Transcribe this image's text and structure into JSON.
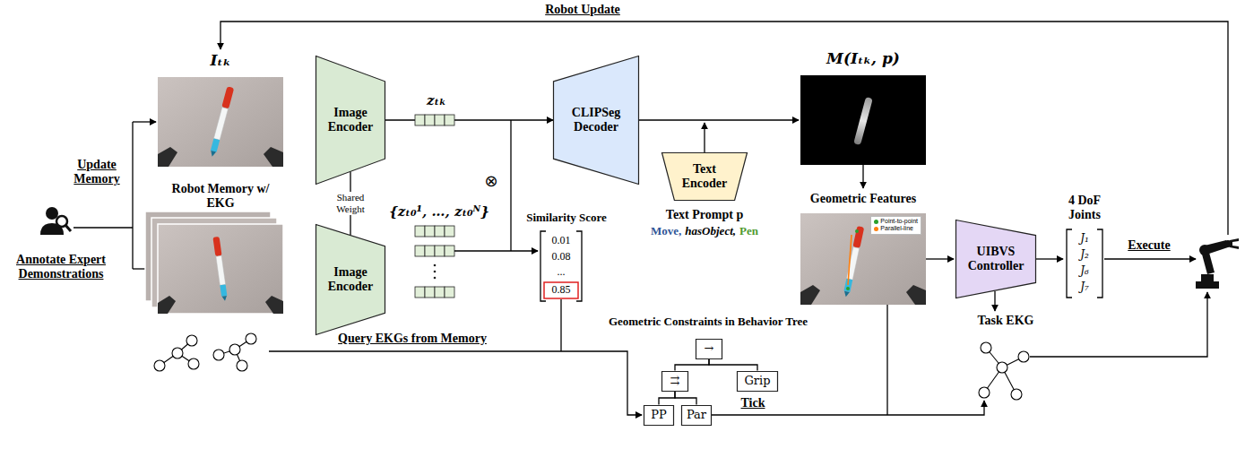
{
  "diagram": {
    "nodes": [
      {
        "text": [
          "Image Encoder"
        ]
      },
      {
        "text": [
          "Image Encoder"
        ]
      },
      {
        "text": [
          "CLIPSeg Decoder"
        ]
      },
      {
        "text": [
          "Text Encoder"
        ]
      },
      {
        "text": [
          "UIBVS Controller"
        ]
      },
      {
        "text": [
          "→"
        ]
      },
      {
        "text": [
          "⇉"
        ]
      },
      {
        "text": [
          "Grip"
        ]
      },
      {
        "text": [
          "PP"
        ]
      },
      {
        "text": [
          "Par"
        ]
      }
    ],
    "edges": [
      {
        "from": 0,
        "to": 1,
        "arrow": "none",
        "label": "Shared Weight"
      },
      {
        "from": 0,
        "to": 2,
        "arrow": "to"
      },
      {
        "from": 5,
        "to": 6,
        "arrow": "none"
      },
      {
        "from": 5,
        "to": 7,
        "arrow": "none"
      },
      {
        "from": 6,
        "to": 8,
        "arrow": "none"
      },
      {
        "from": 6,
        "to": 9,
        "arrow": "none"
      }
    ],
    "labels": [
      "Robot Update",
      "Iₜₖ",
      "Update Memory",
      "Robot Memory w/ EKG",
      "Annotate Expert Demonstrations",
      "zₜₖ",
      "{zₜ₀¹, …, zₜ₀ᴺ}",
      "⊗",
      "Similarity Score",
      "0.01",
      "0.08",
      "...",
      "0.85",
      "Text Prompt p",
      "Move,",
      "hasObject,",
      "Pen",
      "M(Iₜₖ, p)",
      "Geometric Features",
      "4 DoF Joints",
      "J₁",
      "J₂",
      "J₆",
      "J₇",
      "Execute",
      "Geometric Constraints in Behavior Tree",
      "Query EKGs from Memory",
      "Tick",
      "Task EKG"
    ],
    "legend": [
      {
        "text": "Point-to-point",
        "color": "#2ca02c"
      },
      {
        "text": "Parallel-line",
        "color": "#ff7f0e"
      }
    ]
  }
}
